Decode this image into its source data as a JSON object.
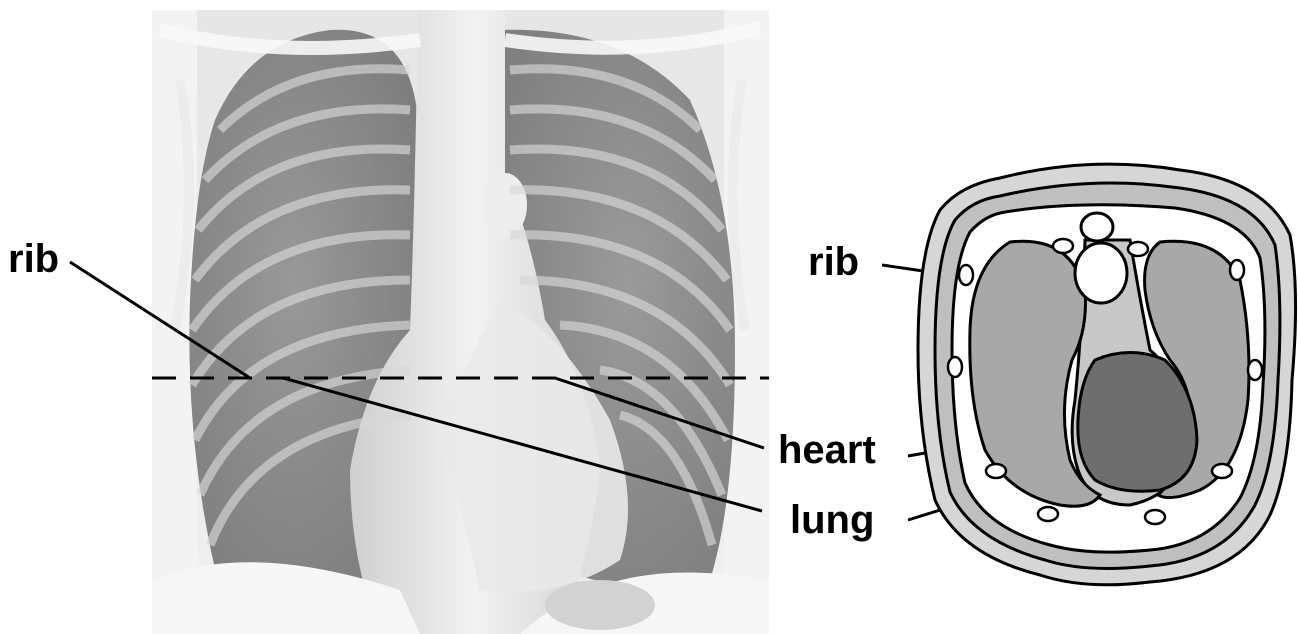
{
  "labels": {
    "rib_left": "rib",
    "rib_right": "rib",
    "heart": "heart",
    "lung": "lung"
  },
  "colors": {
    "background": "#ffffff",
    "xray_light": "#f4f4f4",
    "xray_mid": "#bdbdbd",
    "xray_dark": "#6f6f6f",
    "body_wall": "#d9d9d9",
    "lung_fill": "#a8a8a8",
    "mediastinum_fill": "#c6c6c6",
    "heart_fill": "#6e6e6e",
    "outline": "#000000"
  }
}
